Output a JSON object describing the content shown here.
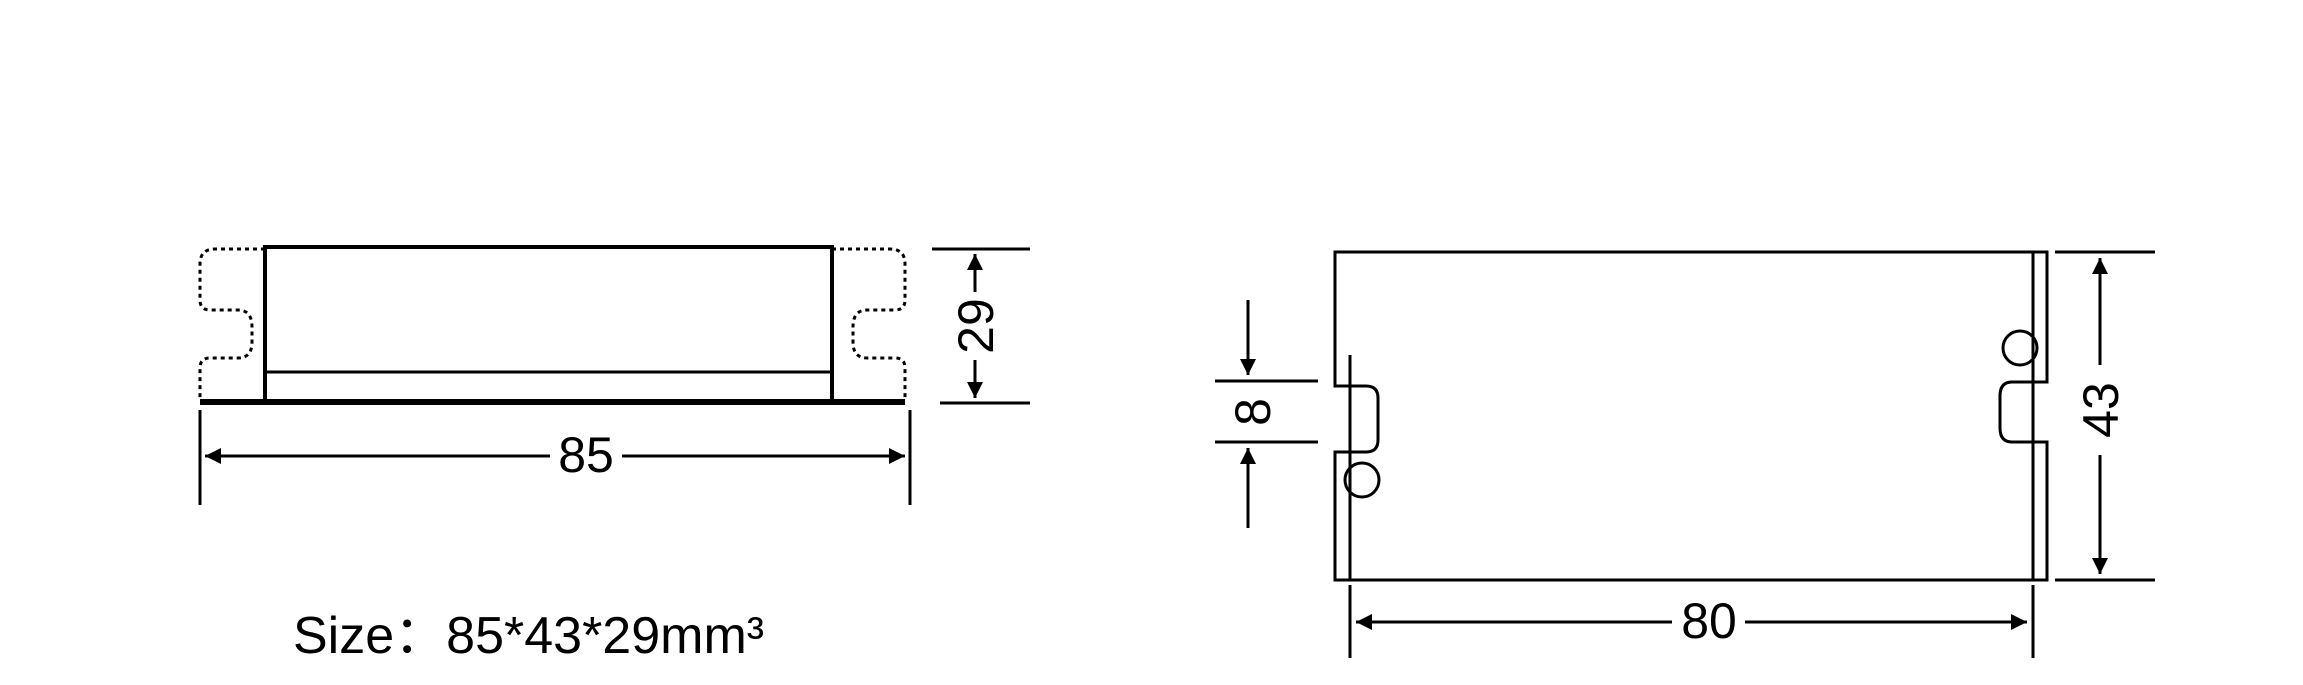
{
  "side_view": {
    "width_label": "85",
    "height_label": "29"
  },
  "top_view": {
    "width_label": "80",
    "height_label": "43",
    "slot_label": "8"
  },
  "size_caption": "Size：85*43*29mm³",
  "colors": {
    "line": "#000000",
    "background": "#ffffff"
  }
}
